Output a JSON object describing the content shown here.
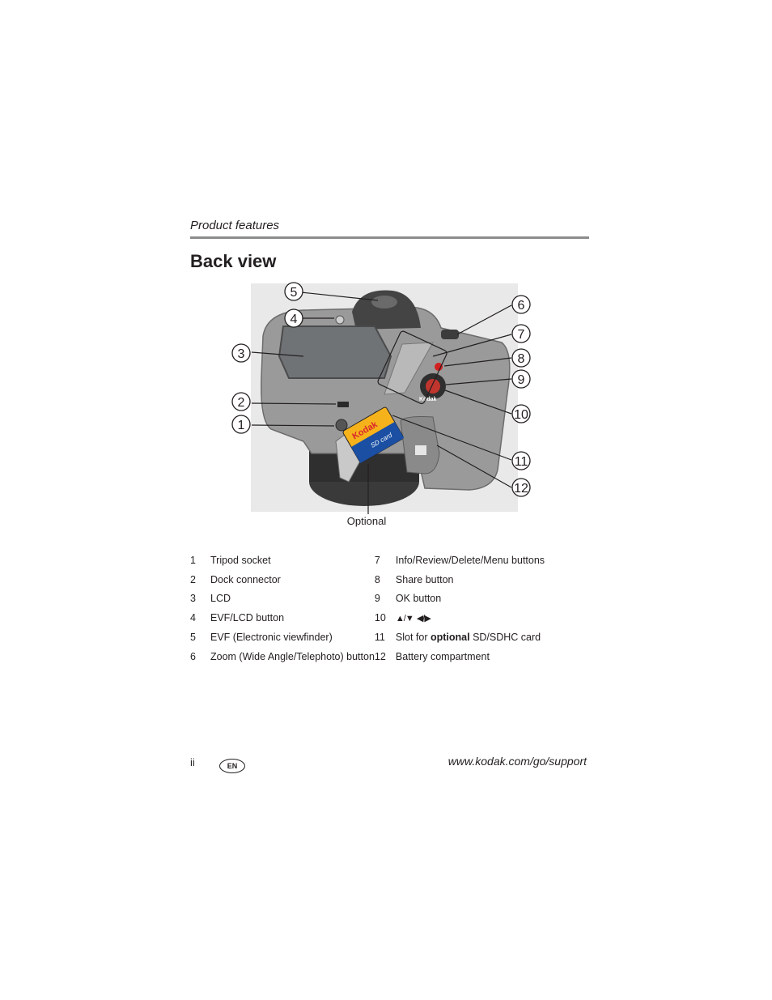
{
  "header": {
    "section": "Product features"
  },
  "title": "Back view",
  "figure": {
    "callouts": [
      "5",
      "4",
      "3",
      "2",
      "1",
      "6",
      "7",
      "8",
      "9",
      "10",
      "11",
      "12"
    ],
    "card_brand": "Kodak",
    "card_type": "SD card",
    "camera_brand": "Kodak",
    "optional_label": "Optional"
  },
  "legend": {
    "left": [
      {
        "num": "1",
        "text": "Tripod socket"
      },
      {
        "num": "2",
        "text": "Dock connector"
      },
      {
        "num": "3",
        "text": "LCD"
      },
      {
        "num": "4",
        "text": "EVF/LCD button"
      },
      {
        "num": "5",
        "text": "EVF (Electronic viewfinder)"
      },
      {
        "num": "6",
        "text": "Zoom (Wide Angle/Telephoto) button"
      }
    ],
    "right": [
      {
        "num": "7",
        "text": "Info/Review/Delete/Menu buttons"
      },
      {
        "num": "8",
        "text": "Share button"
      },
      {
        "num": "9",
        "text": "OK button"
      },
      {
        "num": "10",
        "text": ""
      },
      {
        "num": "11",
        "text_before": "Slot for ",
        "text_bold": "optional",
        "text_after": " SD/SDHC card"
      },
      {
        "num": "12",
        "text": "Battery compartment"
      }
    ],
    "arrows_icon": "up-down-left-right-arrows-icon"
  },
  "footer": {
    "page_number": "ii",
    "language": "EN",
    "url": "www.kodak.com/go/support"
  }
}
